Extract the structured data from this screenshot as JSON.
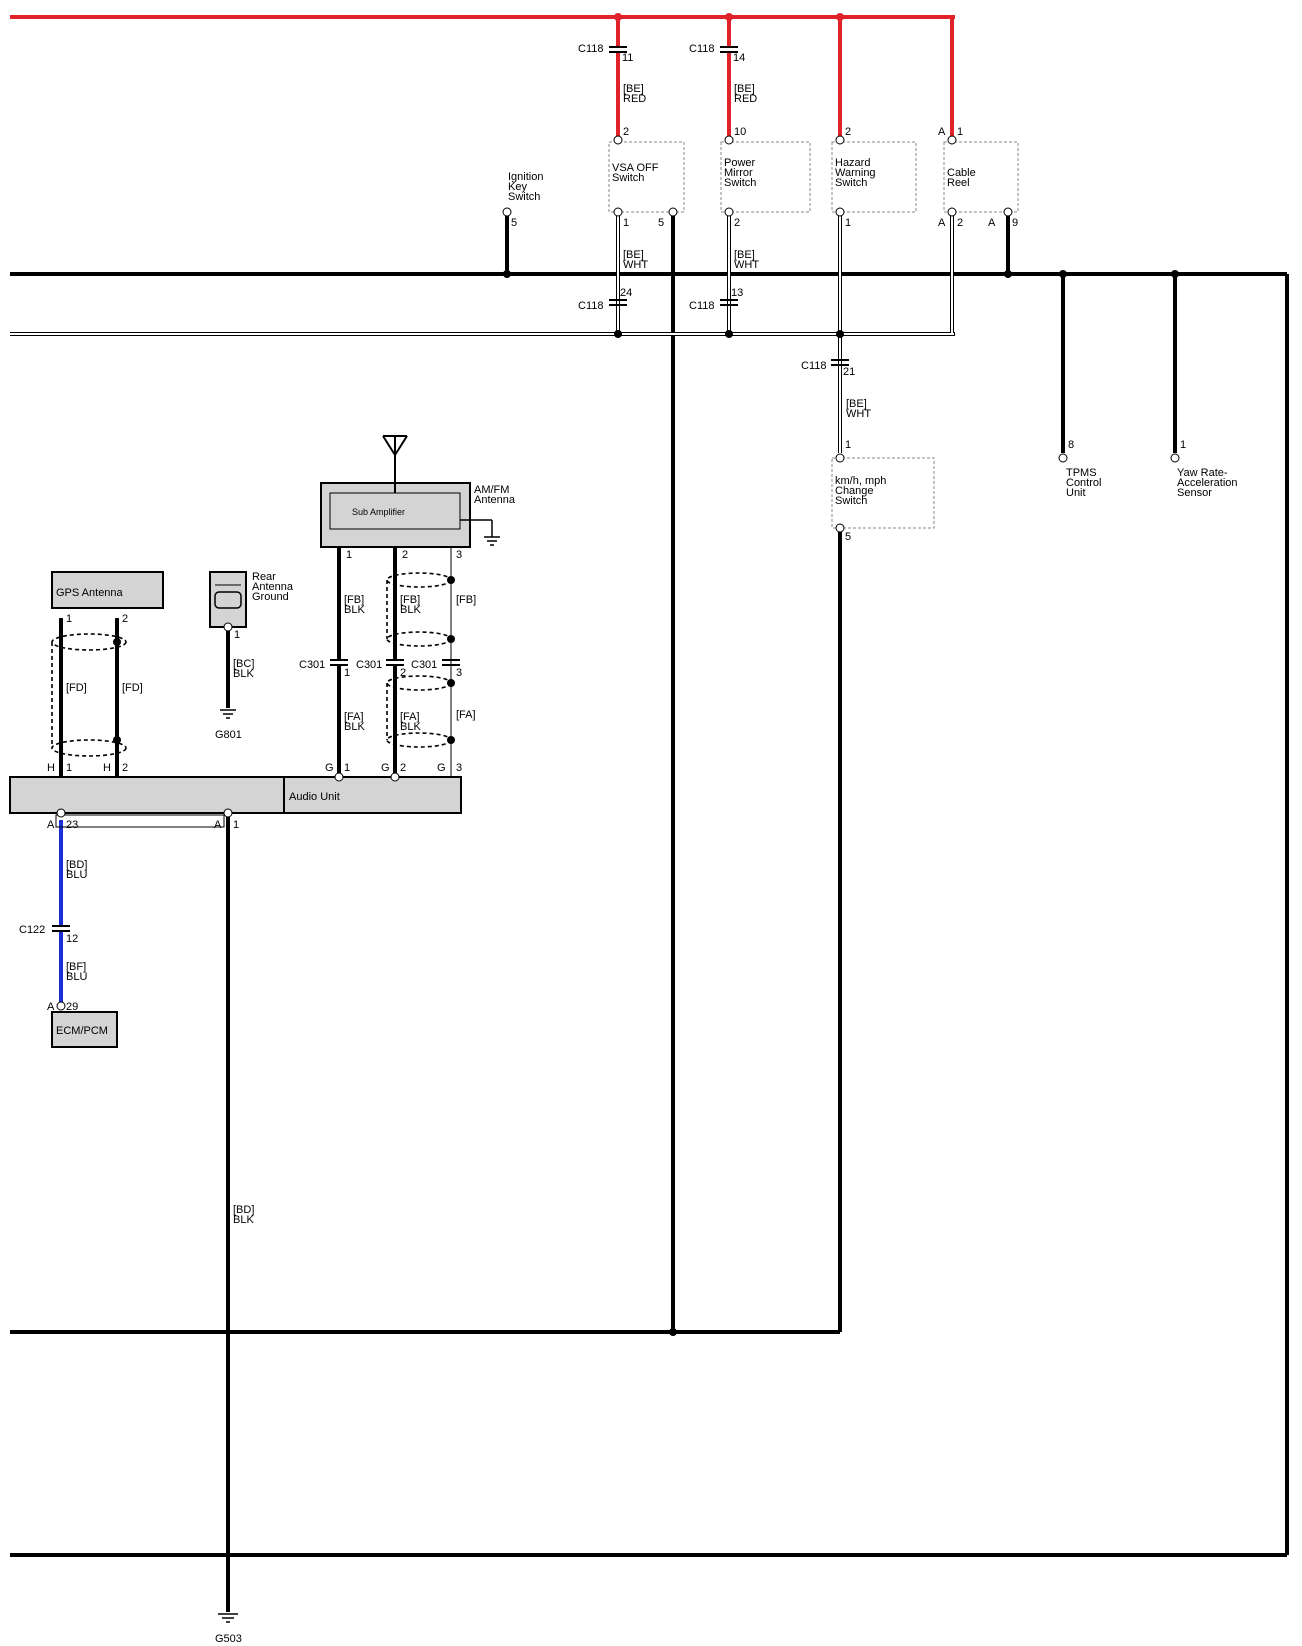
{
  "colors": {
    "red_wire": "#e0222a",
    "blue_wire": "#1c2fd6",
    "black_wire": "#000000",
    "component_fill": "#d4d4d4"
  },
  "components": {
    "vsa_off": "VSA OFF\nSwitch",
    "power_mirror": "Power\nMirror\nSwitch",
    "hazard": "Hazard\nWarning\nSwitch",
    "cable_reel": "Cable\nReel",
    "ignition_key": "Ignition\nKey\nSwitch",
    "kmh_switch": "km/h, mph\nChange\nSwitch",
    "tpms": "TPMS\nControl\nUnit",
    "yaw_rate": "Yaw Rate-\nAcceleration\nSensor",
    "amfm_antenna": "AM/FM\nAntenna",
    "sub_amplifier": "Sub Amplifier",
    "gps_antenna": "GPS Antenna",
    "rear_antenna_ground": "Rear\nAntenna\nGround",
    "audio_unit": "Audio Unit",
    "ecm_pcm": "ECM/PCM"
  },
  "grounds": {
    "g801": "G801",
    "g503": "G503"
  },
  "connectors": {
    "c118": "C118",
    "c122": "C122",
    "c301": "C301"
  },
  "wires": {
    "be_red": "[BE]\nRED",
    "be_wht": "[BE]\nWHT",
    "fb_blk": "[FB]\nBLK",
    "fb": "[FB]",
    "fa_blk": "[FA]\nBLK",
    "fa": "[FA]",
    "fd": "[FD]",
    "bc_blk": "[BC]\nBLK",
    "bd_blu": "[BD]\nBLU",
    "bf_blu": "[BF]\nBLU",
    "bd_blk": "[BD]\nBLK"
  },
  "pins": {
    "p1": "1",
    "p2": "2",
    "p3": "3",
    "p5": "5",
    "p8": "8",
    "p9": "9",
    "p10": "10",
    "p11": "11",
    "p12": "12",
    "p13": "13",
    "p14": "14",
    "p21": "21",
    "p23": "23",
    "p24": "24",
    "p29": "29",
    "a": "A",
    "g": "G",
    "h": "H"
  }
}
